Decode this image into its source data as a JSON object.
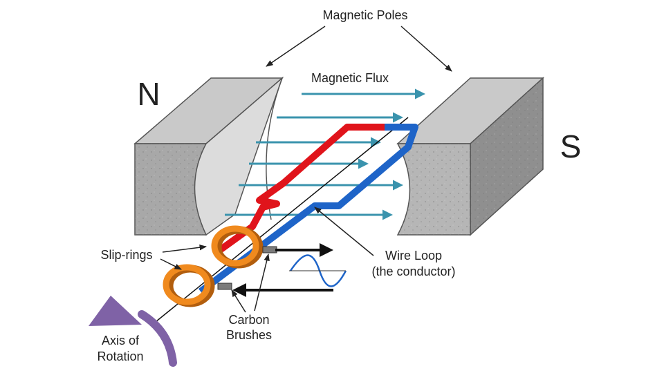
{
  "labels": {
    "magnetic_poles": "Magnetic Poles",
    "magnetic_flux": "Magnetic Flux",
    "north": "N",
    "south": "S",
    "slip_rings": "Slip-rings",
    "wire_loop_line1": "Wire Loop",
    "wire_loop_line2": "(the conductor)",
    "carbon_line1": "Carbon",
    "carbon_line2": "Brushes",
    "axis_line1": "Axis of",
    "axis_line2": "Rotation"
  },
  "colors": {
    "magnet_front": "#a8a8a8",
    "magnet_top": "#c9c9c9",
    "magnet_side": "#8f8f8f",
    "flux_arrow": "#3a93ad",
    "wire_red": "#e0141b",
    "wire_blue": "#1e64c8",
    "slip_ring": "#f08a1e",
    "rotation_arrow": "#7f62a6",
    "text": "#222222"
  },
  "icons": {
    "rotation": "curved-arrow-icon",
    "output_waveform": "sine-wave-icon"
  }
}
